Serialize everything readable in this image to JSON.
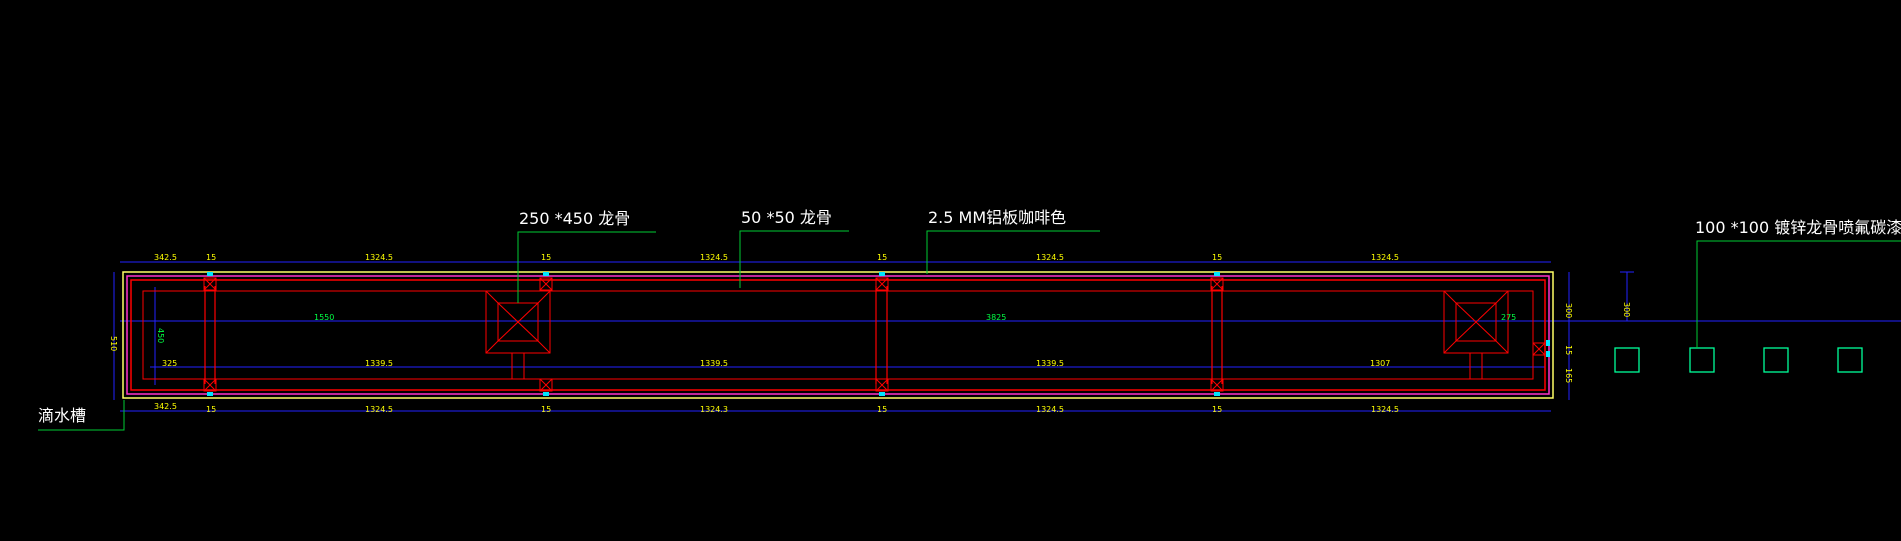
{
  "colors": {
    "background": "#000000",
    "outline": "#ff0000",
    "outer_edge": "#ffff66",
    "magenta_edge": "#ff33cc",
    "dimension_line": "#2222ff",
    "dimension_text": "#ffff00",
    "inner_dimension_text": "#00ff44",
    "callout_line": "#00cc33",
    "callout_text": "#ffffff",
    "square_outline": "#00ff99",
    "anchor_marker": "#00e5ff"
  },
  "callouts": {
    "keel_250x450": "250 *450 龙骨",
    "keel_50x50": "50 *50 龙骨",
    "aluminum_panel": "2.5 MM铝板咖啡色",
    "galvanized_keel": "100 *100 镀锌龙骨喷氟碳漆",
    "drip_groove": "滴水槽"
  },
  "top_dimensions": {
    "d1": "342.5",
    "d2": "15",
    "d3": "1324.5",
    "d4": "15",
    "d5": "1324.5",
    "d6": "15",
    "d7": "1324.5",
    "d8": "15",
    "d9": "1324.5"
  },
  "bottom_dimensions": {
    "d1": "342.5",
    "d2": "15",
    "d3": "1324.5",
    "d4": "15",
    "d5": "1324.3",
    "d6": "15",
    "d7": "1324.5",
    "d8": "15",
    "d9": "1324.5"
  },
  "inner_dimensions": {
    "upper_left": "1550",
    "upper_middle": "3825",
    "right_small": "275",
    "lower_1": "325",
    "lower_2": "1339.5",
    "lower_3": "1339.5",
    "lower_4": "1339.5",
    "lower_5": "1307"
  },
  "side_dimensions": {
    "left_outer": "510",
    "left_inner": "450",
    "right_top": "300",
    "right_middle": "15",
    "right_bottom": "165",
    "far_right": "300"
  }
}
